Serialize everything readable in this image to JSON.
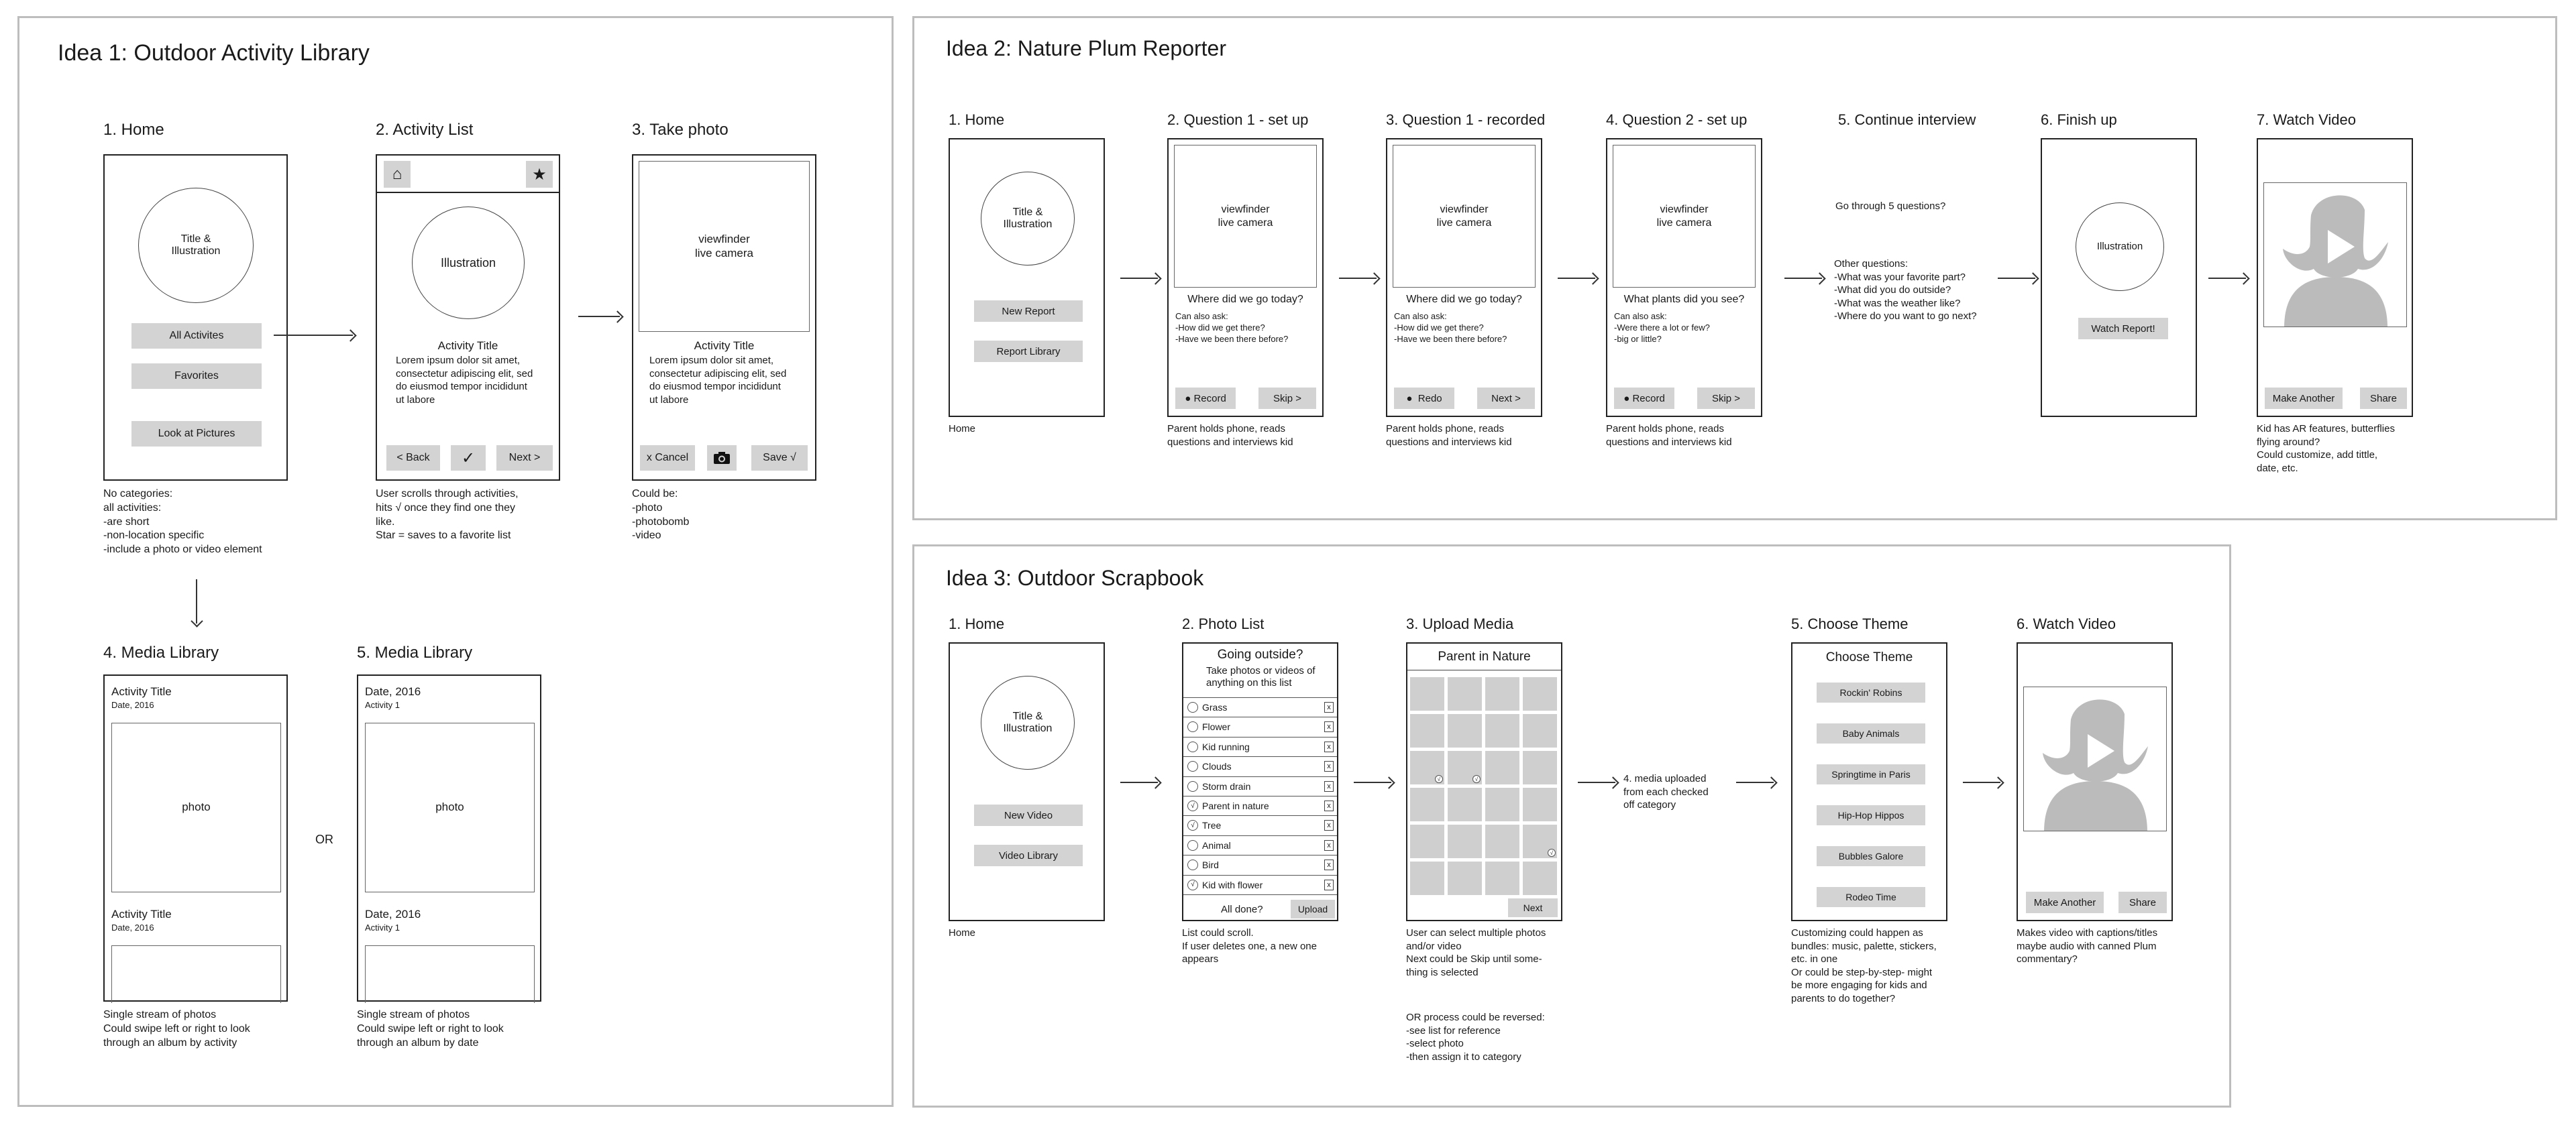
{
  "idea1": {
    "title": "Idea 1: Outdoor Activity Library",
    "home": {
      "label": "1. Home",
      "circle": "Title &\nIllustration",
      "buttons": [
        "All Activites",
        "Favorites",
        "Look at Pictures"
      ],
      "note": "No categories:\nall activities:\n-are short\n-non-location specific\n-include a photo or video element"
    },
    "list": {
      "label": "2. Activity List",
      "circle": "Illustration",
      "act_title": "Activity Title",
      "lorem": "Lorem ipsum dolor sit amet,\nconsectetur adipiscing elit, sed\ndo eiusmod tempor incididunt\nut labore",
      "back": "< Back",
      "next": "Next >",
      "note": "User scrolls through activities,\nhits √ once they find one they\nlike.\nStar = saves to a favorite list"
    },
    "photo": {
      "label": "3. Take photo",
      "viewfinder": "viewfinder\nlive camera",
      "act_title": "Activity Title",
      "lorem": "Lorem ipsum dolor sit amet,\nconsectetur adipiscing elit, sed\ndo eiusmod tempor incididunt\nut labore",
      "cancel": "x Cancel",
      "save": "Save √",
      "note": "Could be:\n-photo\n-photobomb\n-video"
    },
    "media4": {
      "label": "4. Media Library",
      "title1": "Activity Title",
      "date1": "Date, 2016",
      "photo": "photo",
      "title2": "Activity Title",
      "date2": "Date, 2016",
      "note": "Single stream of photos\nCould swipe left or right to look\nthrough an album by activity"
    },
    "or": "OR",
    "media5": {
      "label": "5. Media Library",
      "title1": "Date, 2016",
      "date1": "Activity 1",
      "photo": "photo",
      "title2": "Date, 2016",
      "date2": "Activity 1",
      "note": "Single stream of photos\nCould swipe left or right to look\nthrough an album by date"
    }
  },
  "idea2": {
    "title": "Idea 2: Nature Plum Reporter",
    "home": {
      "label": "1. Home",
      "circle": "Title &\nIllustration",
      "btn1": "New Report",
      "btn2": "Report Library",
      "note": "Home"
    },
    "q1": {
      "label": "2. Question 1 - set up",
      "viewfinder": "viewfinder\nlive camera",
      "question": "Where did we go today?",
      "ask": "Can also ask:\n-How did we get there?\n-Have we been there before?",
      "left": "Record",
      "right": "Skip >",
      "note": "Parent holds phone, reads\nquestions and interviews kid"
    },
    "q1r": {
      "label": "3. Question 1 - recorded",
      "viewfinder": "viewfinder\nlive camera",
      "question": "Where did we go today?",
      "ask": "Can also ask:\n-How did we get there?\n-Have we been there before?",
      "left": "Redo",
      "right": "Next >",
      "note": "Parent holds phone, reads\nquestions and interviews kid"
    },
    "q2": {
      "label": "4. Question 2 - set up",
      "viewfinder": "viewfinder\nlive camera",
      "question": "What plants did you see?",
      "ask": "Can also ask:\n-Were there a lot or few?\n-big or little?",
      "left": "Record",
      "right": "Skip >",
      "note": "Parent holds phone, reads\nquestions and interviews kid"
    },
    "cont": {
      "label": "5. Continue interview",
      "text1": "Go through 5 questions?",
      "text2": "Other questions:\n-What was your favorite part?\n-What did you do outside?\n-What was the weather like?\n-Where do you want to go next?"
    },
    "finish": {
      "label": "6. Finish up",
      "circle": "Illustration",
      "btn": "Watch Report!"
    },
    "watch": {
      "label": "7. Watch Video",
      "btn1": "Make Another",
      "btn2": "Share",
      "note": "Kid has AR features, butterflies\nflying around?\nCould customize, add tittle,\ndate, etc."
    }
  },
  "idea3": {
    "title": "Idea 3: Outdoor Scrapbook",
    "home": {
      "label": "1. Home",
      "circle": "Title &\nIllustration",
      "btn1": "New Video",
      "btn2": "Video Library",
      "note": "Home"
    },
    "plist": {
      "label": "2. Photo List",
      "heading": "Going outside?",
      "sub": "Take photos or videos of\nanything on this list",
      "items": [
        {
          "name": "Grass",
          "checked": false
        },
        {
          "name": "Flower",
          "checked": false
        },
        {
          "name": "Kid running",
          "checked": false
        },
        {
          "name": "Clouds",
          "checked": false
        },
        {
          "name": "Storm drain",
          "checked": false
        },
        {
          "name": "Parent in nature",
          "checked": true
        },
        {
          "name": "Tree",
          "checked": true
        },
        {
          "name": "Animal",
          "checked": false
        },
        {
          "name": "Bird",
          "checked": false
        },
        {
          "name": "Kid with flower",
          "checked": true
        }
      ],
      "x": "x",
      "done": "All done?",
      "upload": "Upload",
      "note": "List could scroll.\nIf user deletes one, a new one\nappears"
    },
    "upload": {
      "label": "3. Upload Media",
      "heading": "Parent in Nature",
      "next": "Next",
      "note": "User can select multiple photos\nand/or video\nNext could be Skip until some-\nthing is selected",
      "note2": "OR process could be reversed:\n-see list for reference\n-select photo\n-then assign it to category"
    },
    "uploaded": "4. media uploaded\nfrom each checked\noff category",
    "theme": {
      "label": "5. Choose Theme",
      "heading": "Choose Theme",
      "themes": [
        "Rockin' Robins",
        "Baby Animals",
        "Springtime in Paris",
        "Hip-Hop Hippos",
        "Bubbles Galore",
        "Rodeo Time"
      ],
      "note": "Customizing could happen as\nbundles: music, palette, stickers,\netc. in one\nOr could be step-by-step- might\nbe more engaging for kids and\nparents to do together?"
    },
    "watch": {
      "label": "6. Watch Video",
      "btn1": "Make Another",
      "btn2": "Share",
      "note": "Makes video with captions/titles\nmaybe audio with canned Plum\ncommentary?"
    }
  }
}
